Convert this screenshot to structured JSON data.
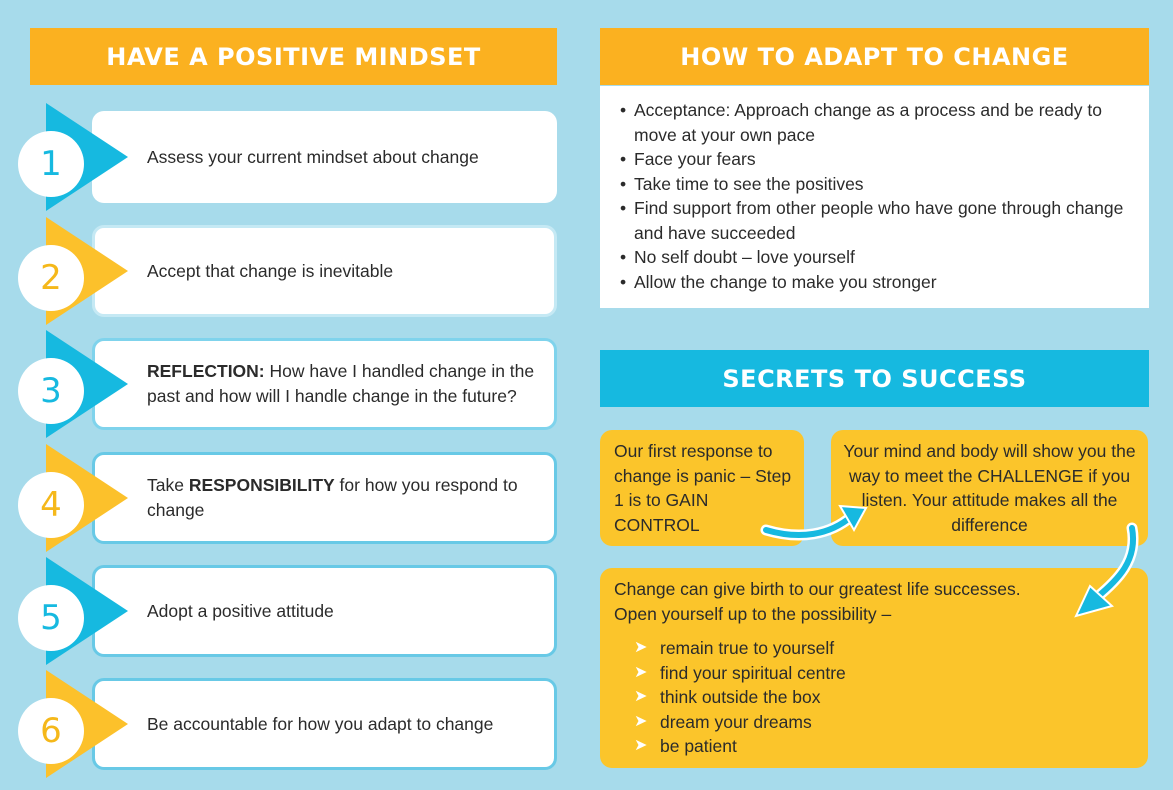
{
  "mindset": {
    "title": "HAVE A POSITIVE MINDSET",
    "steps": [
      {
        "number": "1",
        "text": "Assess your current mindset about change",
        "color": "#16b9e0"
      },
      {
        "number": "2",
        "text": "Accept that change is inevitable",
        "color": "#fcc12b"
      },
      {
        "number": "3",
        "bold": "REFLECTION:",
        "text": " How have I handled change in the past and how will I handle change in the future?",
        "color": "#16b9e0"
      },
      {
        "number": "4",
        "pre": "Take ",
        "bold": "RESPONSIBILITY",
        "text": " for how you respond to change",
        "color": "#fcc12b"
      },
      {
        "number": "5",
        "text": "Adopt a positive attitude",
        "color": "#16b9e0"
      },
      {
        "number": "6",
        "text": "Be accountable for how you adapt to change",
        "color": "#fcc12b"
      }
    ]
  },
  "adapt": {
    "title": "HOW TO ADAPT TO CHANGE",
    "items": [
      "Acceptance: Approach change as a process and be ready to move at your own pace",
      "Face your fears",
      "Take time to see the positives",
      "Find support from other people who have gone through change and have succeeded",
      "No self doubt – love yourself",
      "Allow the change to make you stronger"
    ]
  },
  "success": {
    "title": "SECRETS TO SUCCESS",
    "box1": "Our first response to change is panic – Step 1 is to GAIN CONTROL",
    "box2": "Your mind and body will show you the way to meet the CHALLENGE if you listen. Your attitude makes all the difference",
    "box3_intro": "Change can give birth to our greatest life successes. Open yourself up to the possibility –",
    "box3_items": [
      "remain true to yourself",
      "find your spiritual centre",
      "think outside the box",
      "dream your dreams",
      "be patient"
    ]
  },
  "colors": {
    "orange": "#fbb120",
    "cyan": "#16b9e0",
    "yellow": "#fbc52b",
    "background": "#a7dbeb"
  },
  "icons": [
    "triangle-arrow-icon",
    "curved-arrow-icon",
    "chevron-right-icon"
  ]
}
